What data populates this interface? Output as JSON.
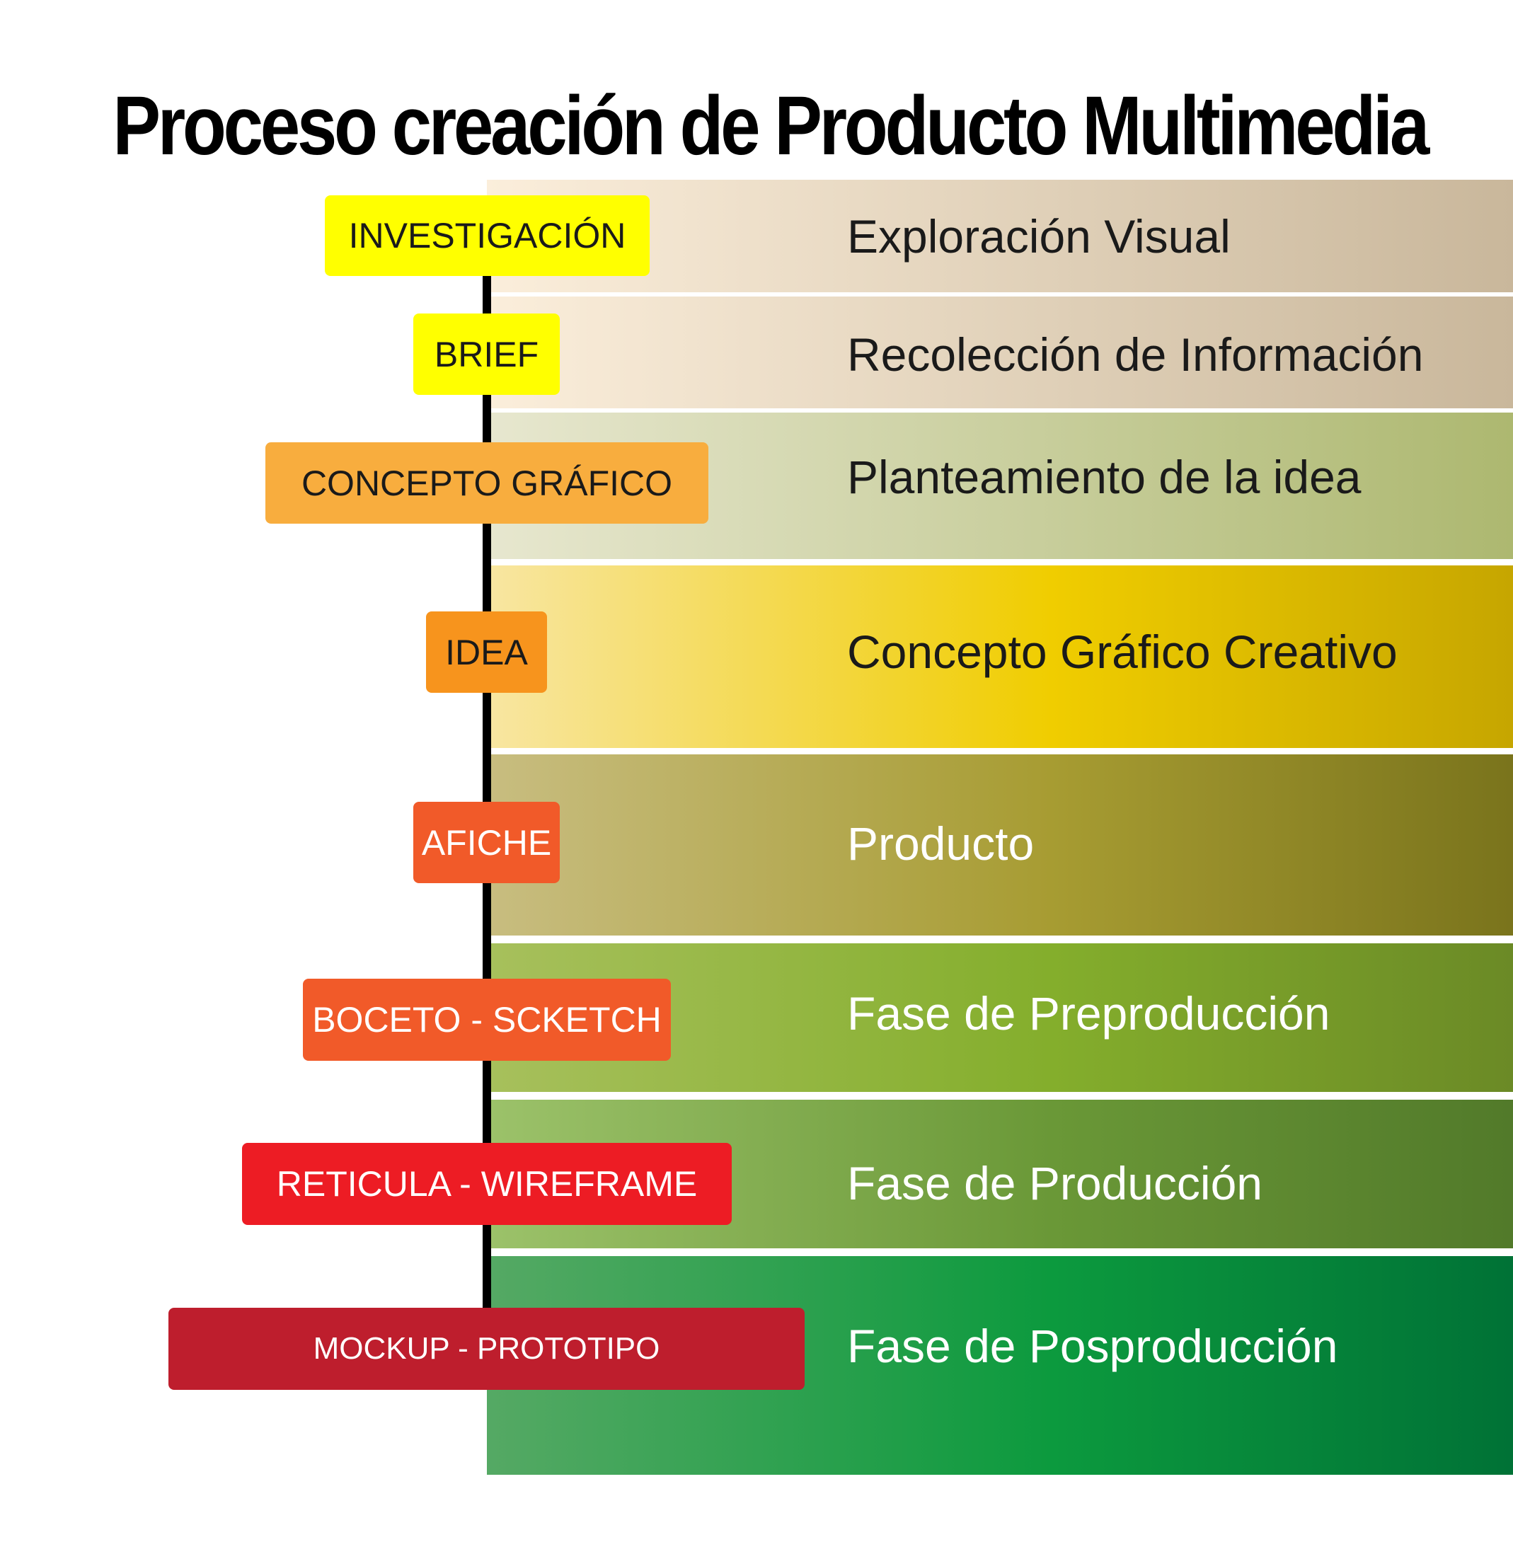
{
  "title": "Proceso creación de Producto Multimedia",
  "stages": [
    {
      "description": "Exploración Visual",
      "step": "INVESTIGACIÓN",
      "step_color": "#ffff00",
      "step_text_color": "#1a1a1a",
      "label_color": "#1a1a1a",
      "band_gradient": [
        "#fbeedb",
        "#c9b79b"
      ]
    },
    {
      "description": "Recolección de Información",
      "step": "BRIEF",
      "step_color": "#ffff00",
      "step_text_color": "#1a1a1a",
      "label_color": "#1a1a1a",
      "band_gradient": [
        "#fbeedb",
        "#c9b79b"
      ]
    },
    {
      "description": "Planteamiento de la idea",
      "step": "CONCEPTO GRÁFICO",
      "step_color": "#f8ad3e",
      "step_text_color": "#1a1a1a",
      "label_color": "#1a1a1a",
      "band_gradient": [
        "#e7e7cf",
        "#adb870"
      ]
    },
    {
      "description": "Concepto Gráfico Creativo",
      "step": "IDEA",
      "step_color": "#f7941d",
      "step_text_color": "#1a1a1a",
      "label_color": "#1a1a1a",
      "band_gradient": [
        "#f8e6a2",
        "#f0cd00",
        "#c6a600"
      ]
    },
    {
      "description": "Producto",
      "step": "AFICHE",
      "step_color": "#f15a29",
      "step_text_color": "#ffffff",
      "label_color": "#ffffff",
      "band_gradient": [
        "#c8bd80",
        "#a79c32",
        "#7a741c"
      ]
    },
    {
      "description": "Fase de Preproducción",
      "step": "BOCETO - SCKETCH",
      "step_color": "#f15a29",
      "step_text_color": "#ffffff",
      "label_color": "#ffffff",
      "band_gradient": [
        "#a7c05c",
        "#84ae2c",
        "#6b8a26"
      ]
    },
    {
      "description": "Fase de Producción",
      "step": "RETICULA - WIREFRAME",
      "step_color": "#ed1c24",
      "step_text_color": "#ffffff",
      "label_color": "#ffffff",
      "band_gradient": [
        "#9cc26a",
        "#6a9837",
        "#527a2a"
      ]
    },
    {
      "description": "Fase de Posproducción",
      "step": "MOCKUP - PROTOTIPO",
      "step_color": "#be1e2d",
      "step_text_color": "#ffffff",
      "label_color": "#ffffff",
      "band_gradient": [
        "#55a964",
        "#0c9a3e",
        "#007236"
      ]
    }
  ]
}
